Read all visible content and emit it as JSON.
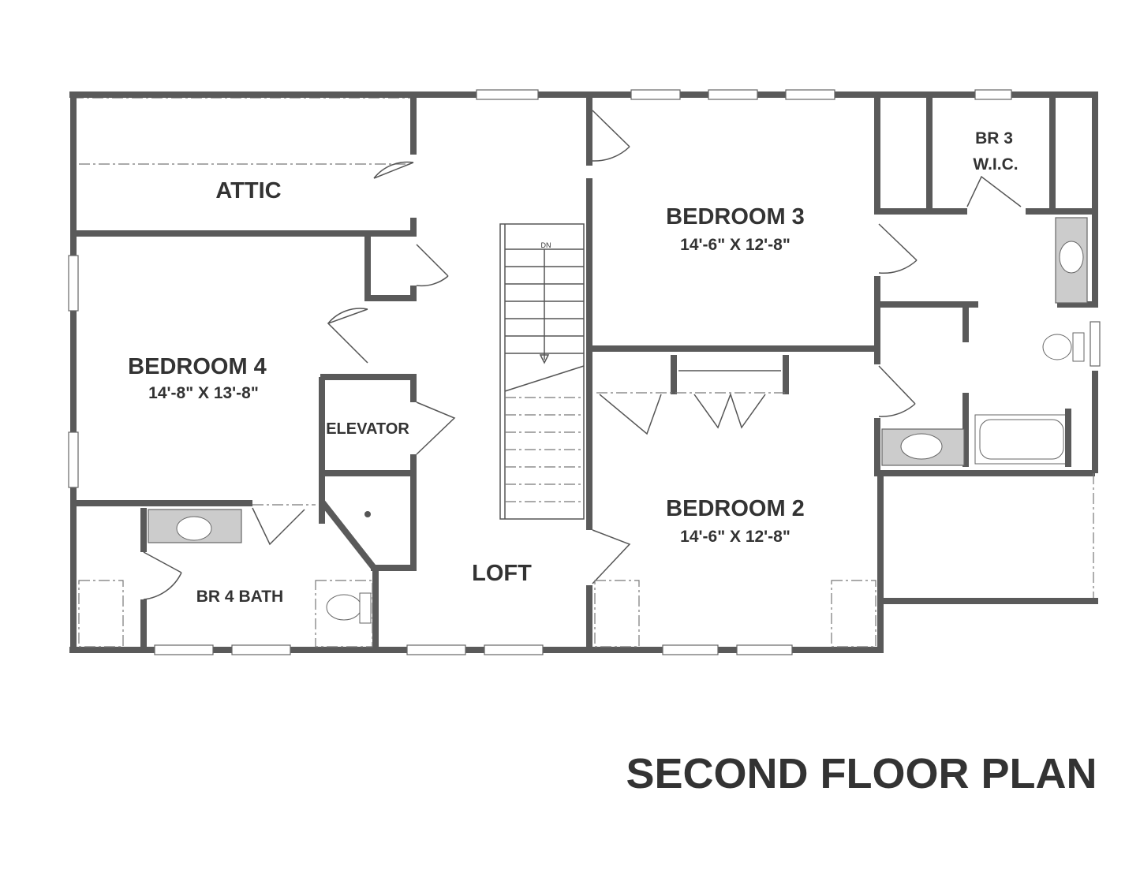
{
  "title": "SECOND FLOOR PLAN",
  "rooms": {
    "attic": {
      "name": "ATTIC"
    },
    "bedroom3": {
      "name": "BEDROOM 3",
      "dims": "14'-6\" X 12'-8\""
    },
    "br3_wic": {
      "line1": "BR 3",
      "line2": "W.I.C."
    },
    "bedroom4": {
      "name": "BEDROOM 4",
      "dims": "14'-8\" X 13'-8\""
    },
    "elevator": {
      "name": "ELEVATOR"
    },
    "bedroom2": {
      "name": "BEDROOM 2",
      "dims": "14'-6\" X 12'-8\""
    },
    "br4_bath": {
      "name": "BR 4 BATH"
    },
    "loft": {
      "name": "LOFT"
    }
  },
  "stair": {
    "label": "DN"
  }
}
